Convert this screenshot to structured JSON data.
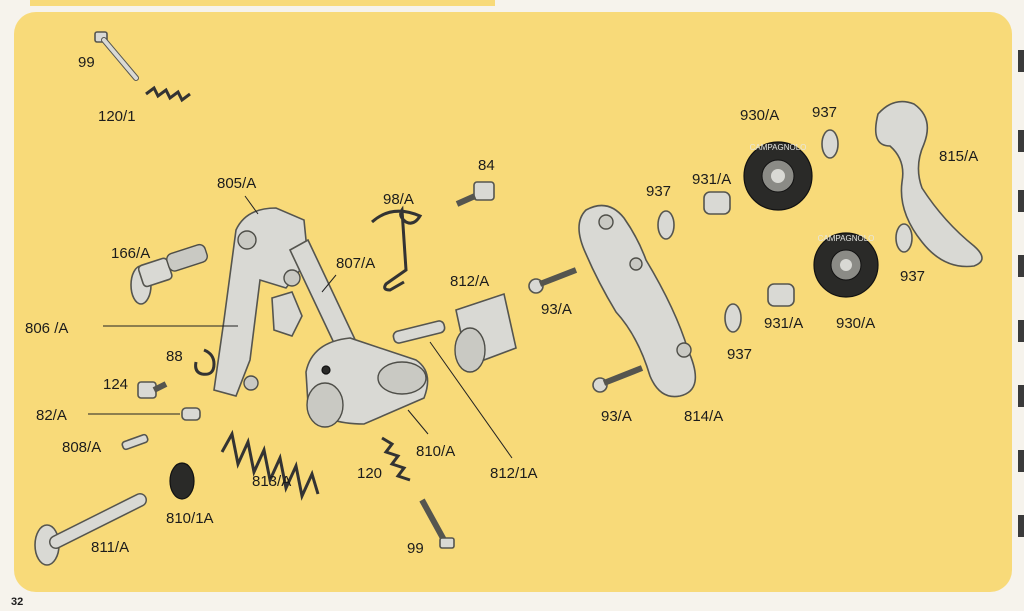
{
  "page_number": "32",
  "colors": {
    "panel": "#f8da79",
    "paper": "#f6f3ec",
    "parts": "#d9d9d4"
  },
  "pulley_brand": "CAMPAGNOLO",
  "labels": {
    "p99_top": "99",
    "p120_1": "120/1",
    "p805a": "805/A",
    "p98a": "98/A",
    "p84": "84",
    "p166a": "166/A",
    "p807a": "807/A",
    "p812a": "812/A",
    "p93a_top": "93/A",
    "p806a": "806 /A",
    "p88": "88",
    "p124": "124",
    "p82a": "82/A",
    "p808a": "808/A",
    "p813a": "813/A",
    "p810a": "810/A",
    "p120": "120",
    "p812_1a": "812/1A",
    "p810_1a": "810/1A",
    "p811a": "811/A",
    "p99_bottom": "99",
    "p93a_bottom": "93/A",
    "p814a": "814/A",
    "p930a_top": "930/A",
    "p937_a": "937",
    "p937_b": "937",
    "p931a_top": "931/A",
    "p815a": "815/A",
    "p937_c": "937",
    "p937_d": "937",
    "p931a_bottom": "931/A",
    "p930a_bottom": "930/A"
  }
}
